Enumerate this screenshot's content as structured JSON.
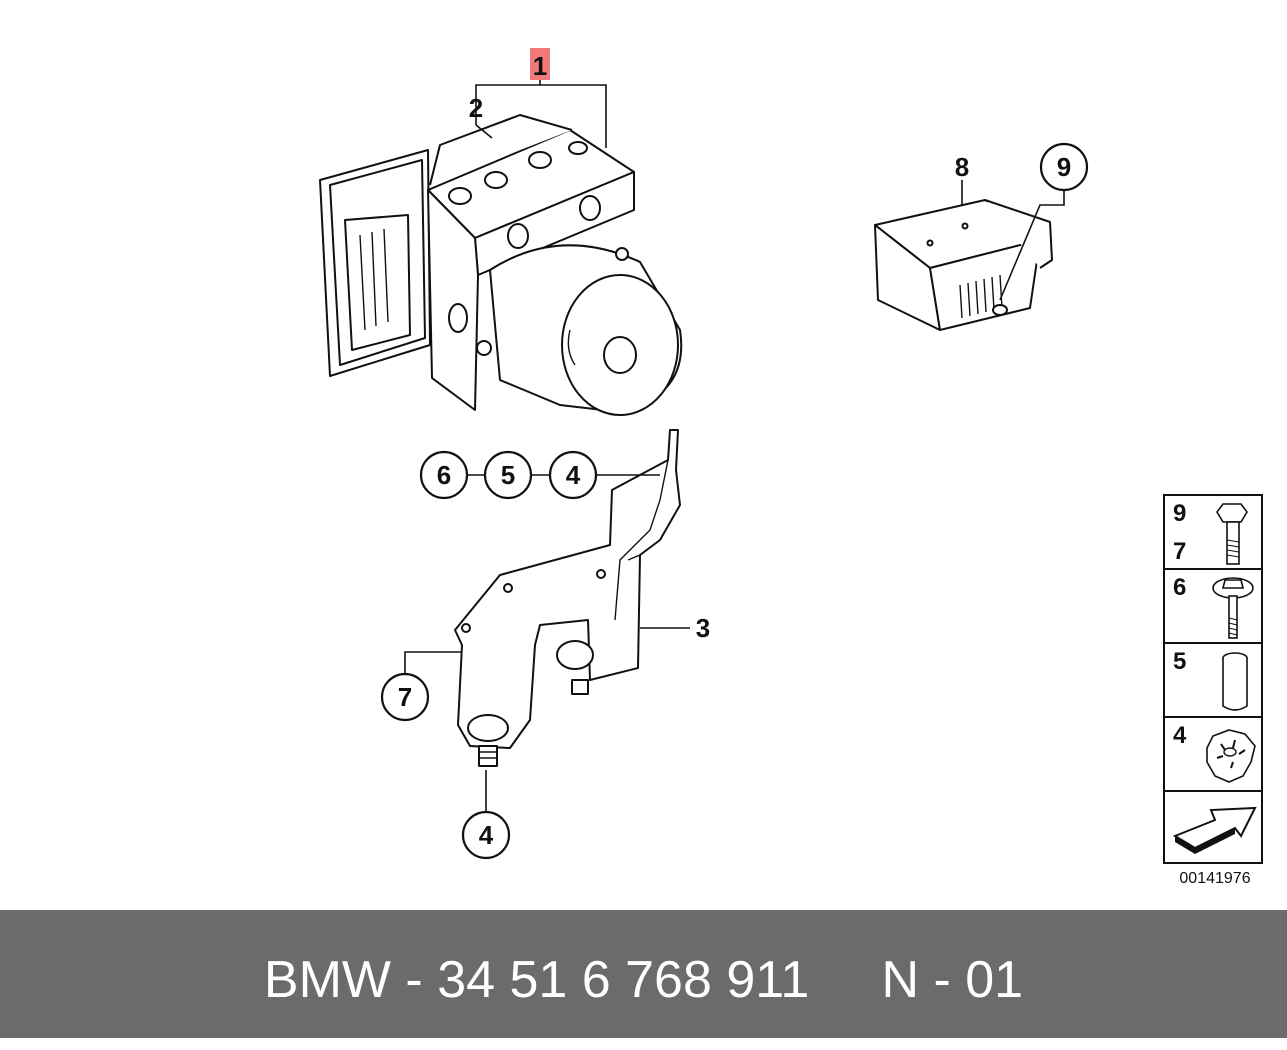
{
  "diagram": {
    "callouts": {
      "c1": "1",
      "c2": "2",
      "c3": "3",
      "c4a": "4",
      "c4b": "4",
      "c5": "5",
      "c6": "6",
      "c7": "7",
      "c8": "8",
      "c9": "9"
    },
    "highlight_color": "#f07a7a"
  },
  "legend": {
    "rows": [
      {
        "numbers": [
          "9",
          "7"
        ],
        "icon": "hex-bolt-icon"
      },
      {
        "numbers": [
          "6"
        ],
        "icon": "collar-bolt-icon"
      },
      {
        "numbers": [
          "5"
        ],
        "icon": "sleeve-icon"
      },
      {
        "numbers": [
          "4"
        ],
        "icon": "nut-icon"
      }
    ],
    "arrow_icon": "next-page-arrow-icon"
  },
  "reference_number": "00141976",
  "footer": {
    "text": "BMW - 34 51 6 768 911     N - 01",
    "background": "#6b6b6b"
  }
}
